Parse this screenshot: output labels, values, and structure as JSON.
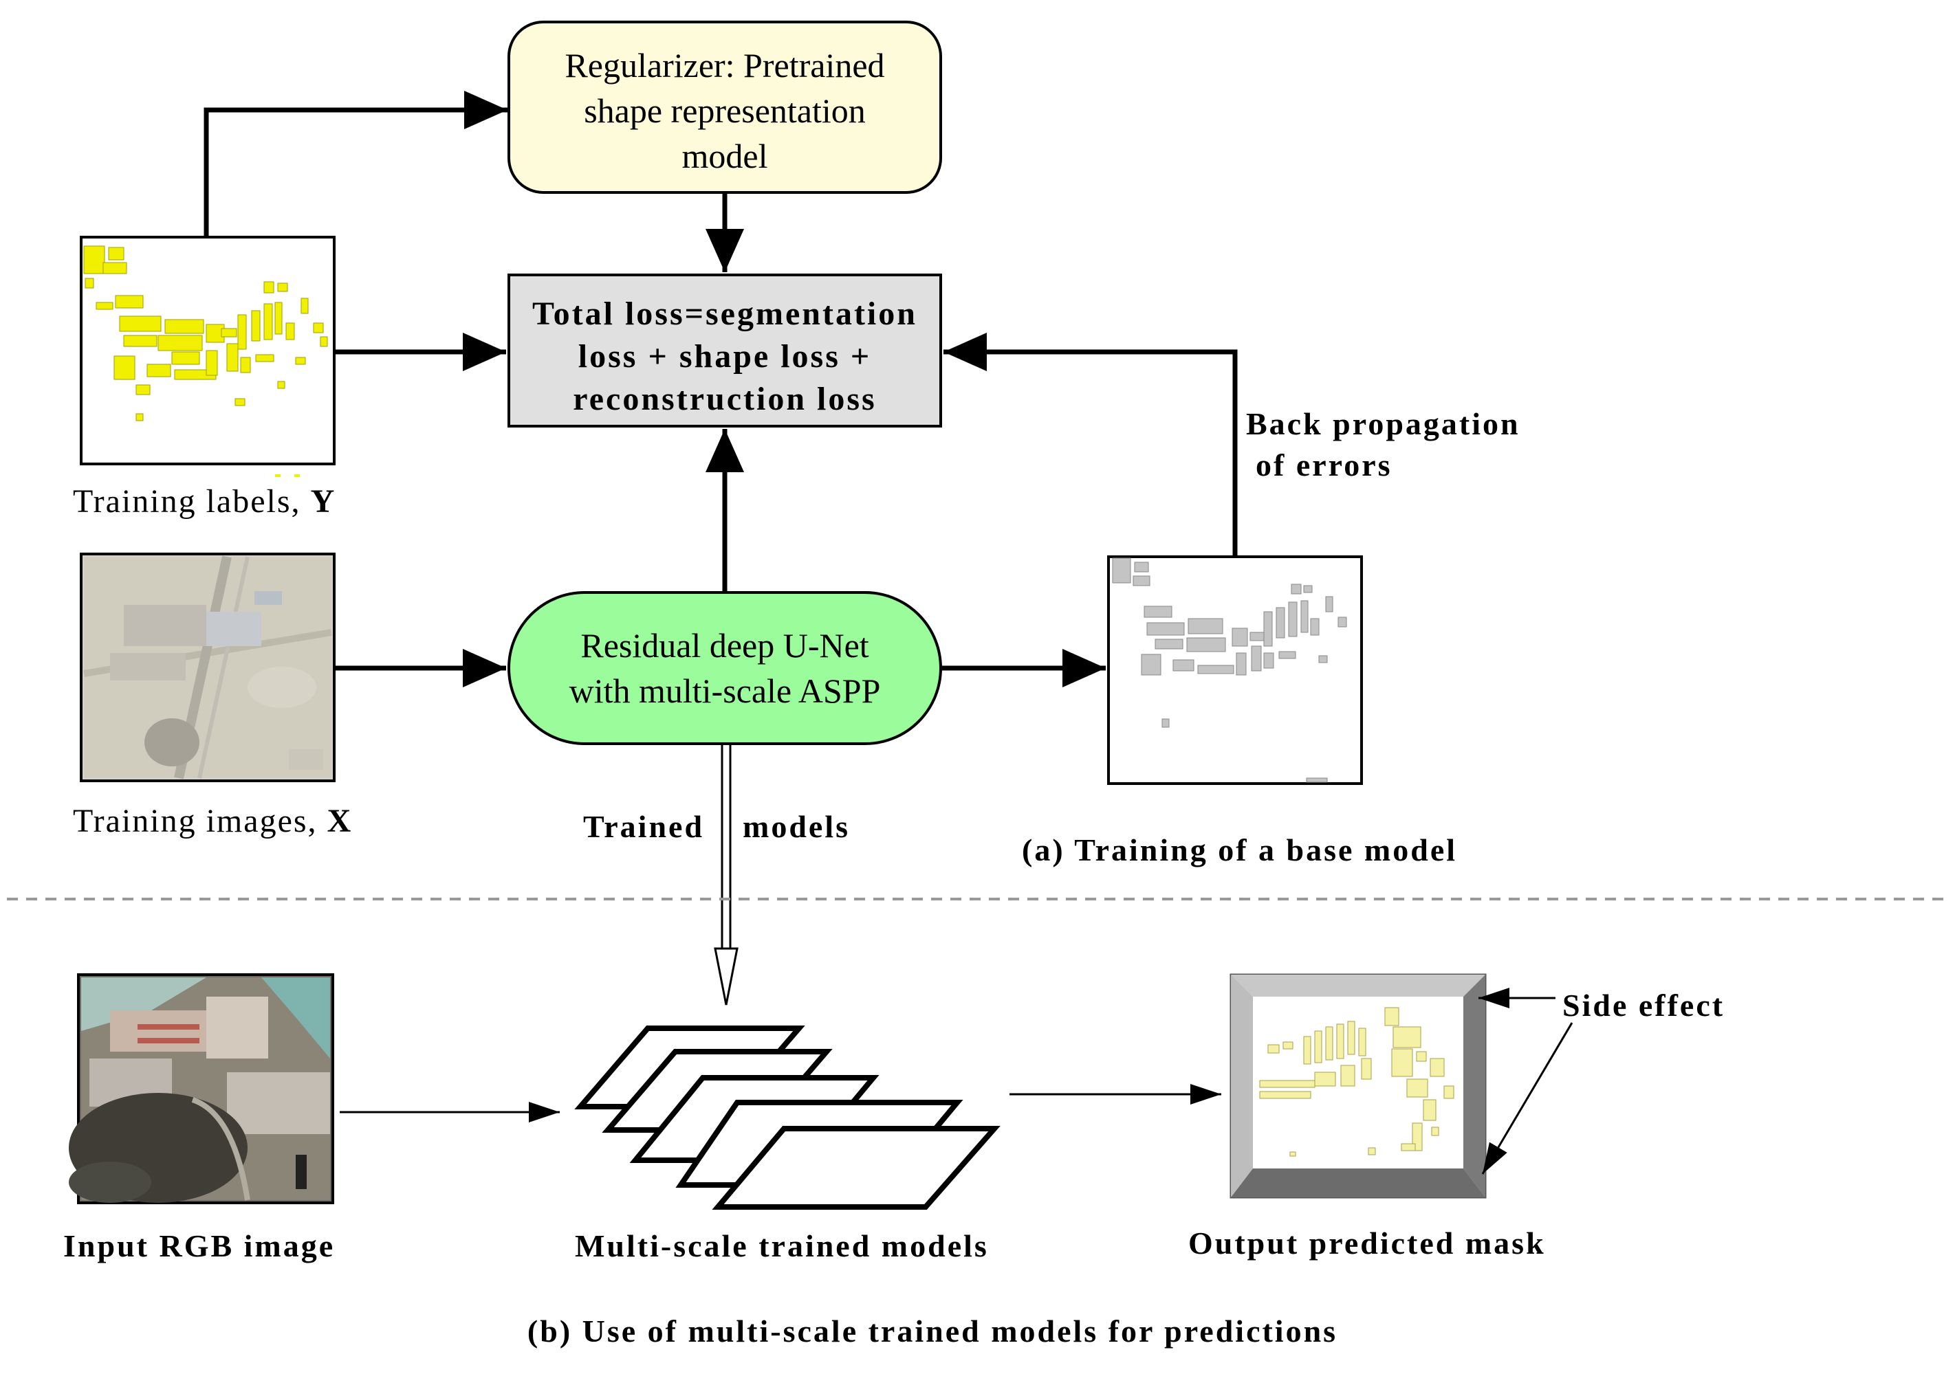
{
  "regularizer": {
    "lines": [
      "Regularizer: Pretrained",
      "shape representation",
      "model"
    ]
  },
  "total_loss": {
    "lines": [
      "Total loss=segmentation",
      "loss + shape loss +",
      "reconstruction loss"
    ]
  },
  "unet": {
    "lines": [
      "Residual deep U-Net",
      "with multi-scale ASPP"
    ]
  },
  "labels": {
    "training_labels_prefix": "Training labels, ",
    "training_labels_var": "Y",
    "training_images_prefix": "Training images, ",
    "training_images_var": "X",
    "backprop_line1": "Back propagation",
    "backprop_line2": "of errors",
    "trained_word1": "Trained",
    "trained_word2": "models",
    "section_a": "(a) Training of a base model",
    "input_rgb": "Input RGB image",
    "multiscale_models": "Multi-scale trained models",
    "output_mask": "Output predicted mask",
    "side_effect": "Side effect",
    "section_b": "(b) Use of multi-scale trained models for predictions"
  },
  "colors": {
    "regularizer_fill": "#fdfbd9",
    "loss_fill": "#e0e0e0",
    "unet_fill": "#9bfc9b",
    "label_yellow": "#f0f000",
    "prediction_gray": "#b0b0b0"
  }
}
